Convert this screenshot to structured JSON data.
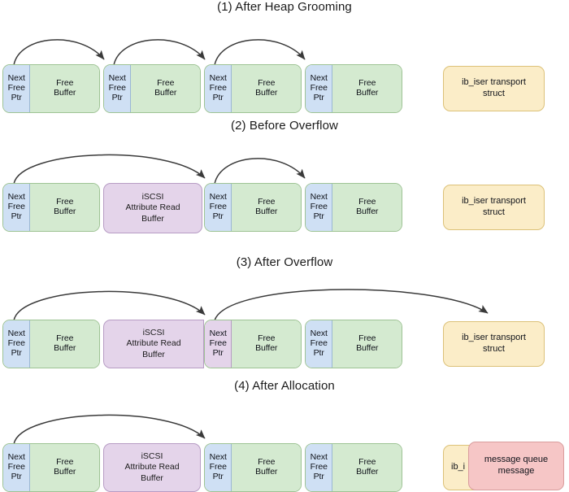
{
  "diagram": {
    "title_prefix": "",
    "colors": {
      "free_ptr": "#cfe0f4",
      "free_buffer": "#d4ead0",
      "iscsi_buffer": "#e4d4ea",
      "transport_struct": "#fbedc8",
      "message_queue": "#f6c6c6",
      "arrow": "#3a3a3a"
    },
    "labels": {
      "next_free_ptr": "Next\nFree\nPtr",
      "next_free_ptr_l1": "Next",
      "next_free_ptr_l2": "Free",
      "next_free_ptr_l3": "Ptr",
      "free_buffer_l1": "Free",
      "free_buffer_l2": "Buffer",
      "iscsi_l1": "iSCSI",
      "iscsi_l2": "Attribute Read",
      "iscsi_l3": "Buffer",
      "transport_l1": "ib_iser transport",
      "transport_l2": "struct",
      "transport_clipped": "ib_i",
      "message_l1": "message queue",
      "message_l2": "message"
    }
  },
  "panels": [
    {
      "id": "after-heap-grooming",
      "title": "(1) After Heap Grooming",
      "blocks": [
        {
          "type": "free",
          "ptr_state": "normal"
        },
        {
          "type": "free",
          "ptr_state": "normal"
        },
        {
          "type": "free",
          "ptr_state": "normal"
        },
        {
          "type": "free",
          "ptr_state": "normal"
        }
      ],
      "arrows": [
        {
          "from": "block1-ptr",
          "to": "block2-ptr"
        },
        {
          "from": "block2-ptr",
          "to": "block3-ptr"
        },
        {
          "from": "block3-ptr",
          "to": "block4-ptr"
        }
      ],
      "struct": {
        "label_l1": "ib_iser transport",
        "label_l2": "struct",
        "overlapped": false
      }
    },
    {
      "id": "before-overflow",
      "title": "(2) Before Overflow",
      "blocks": [
        {
          "type": "free",
          "ptr_state": "normal"
        },
        {
          "type": "iscsi",
          "ptr_state": "none"
        },
        {
          "type": "free",
          "ptr_state": "normal"
        },
        {
          "type": "free",
          "ptr_state": "normal"
        }
      ],
      "arrows": [
        {
          "from": "block1-ptr",
          "to": "block3-ptr"
        },
        {
          "from": "block3-ptr",
          "to": "block4-ptr"
        }
      ],
      "struct": {
        "label_l1": "ib_iser transport",
        "label_l2": "struct",
        "overlapped": false
      }
    },
    {
      "id": "after-overflow",
      "title": "(3) After Overflow",
      "blocks": [
        {
          "type": "free",
          "ptr_state": "normal"
        },
        {
          "type": "iscsi",
          "ptr_state": "none"
        },
        {
          "type": "free",
          "ptr_state": "corrupted"
        },
        {
          "type": "free",
          "ptr_state": "normal"
        }
      ],
      "arrows": [
        {
          "from": "block1-ptr",
          "to": "block3-ptr"
        },
        {
          "from": "block3-ptr",
          "to": "transport-struct"
        }
      ],
      "struct": {
        "label_l1": "ib_iser transport",
        "label_l2": "struct",
        "overlapped": false
      }
    },
    {
      "id": "after-allocation",
      "title": "(4) After Allocation",
      "blocks": [
        {
          "type": "free",
          "ptr_state": "normal"
        },
        {
          "type": "iscsi",
          "ptr_state": "none"
        },
        {
          "type": "free",
          "ptr_state": "normal"
        },
        {
          "type": "free",
          "ptr_state": "normal"
        }
      ],
      "arrows": [
        {
          "from": "block1-ptr",
          "to": "block3-ptr"
        }
      ],
      "struct": {
        "label_clipped": "ib_i",
        "overlapped": true
      },
      "message_box": {
        "label_l1": "message queue",
        "label_l2": "message"
      }
    }
  ]
}
